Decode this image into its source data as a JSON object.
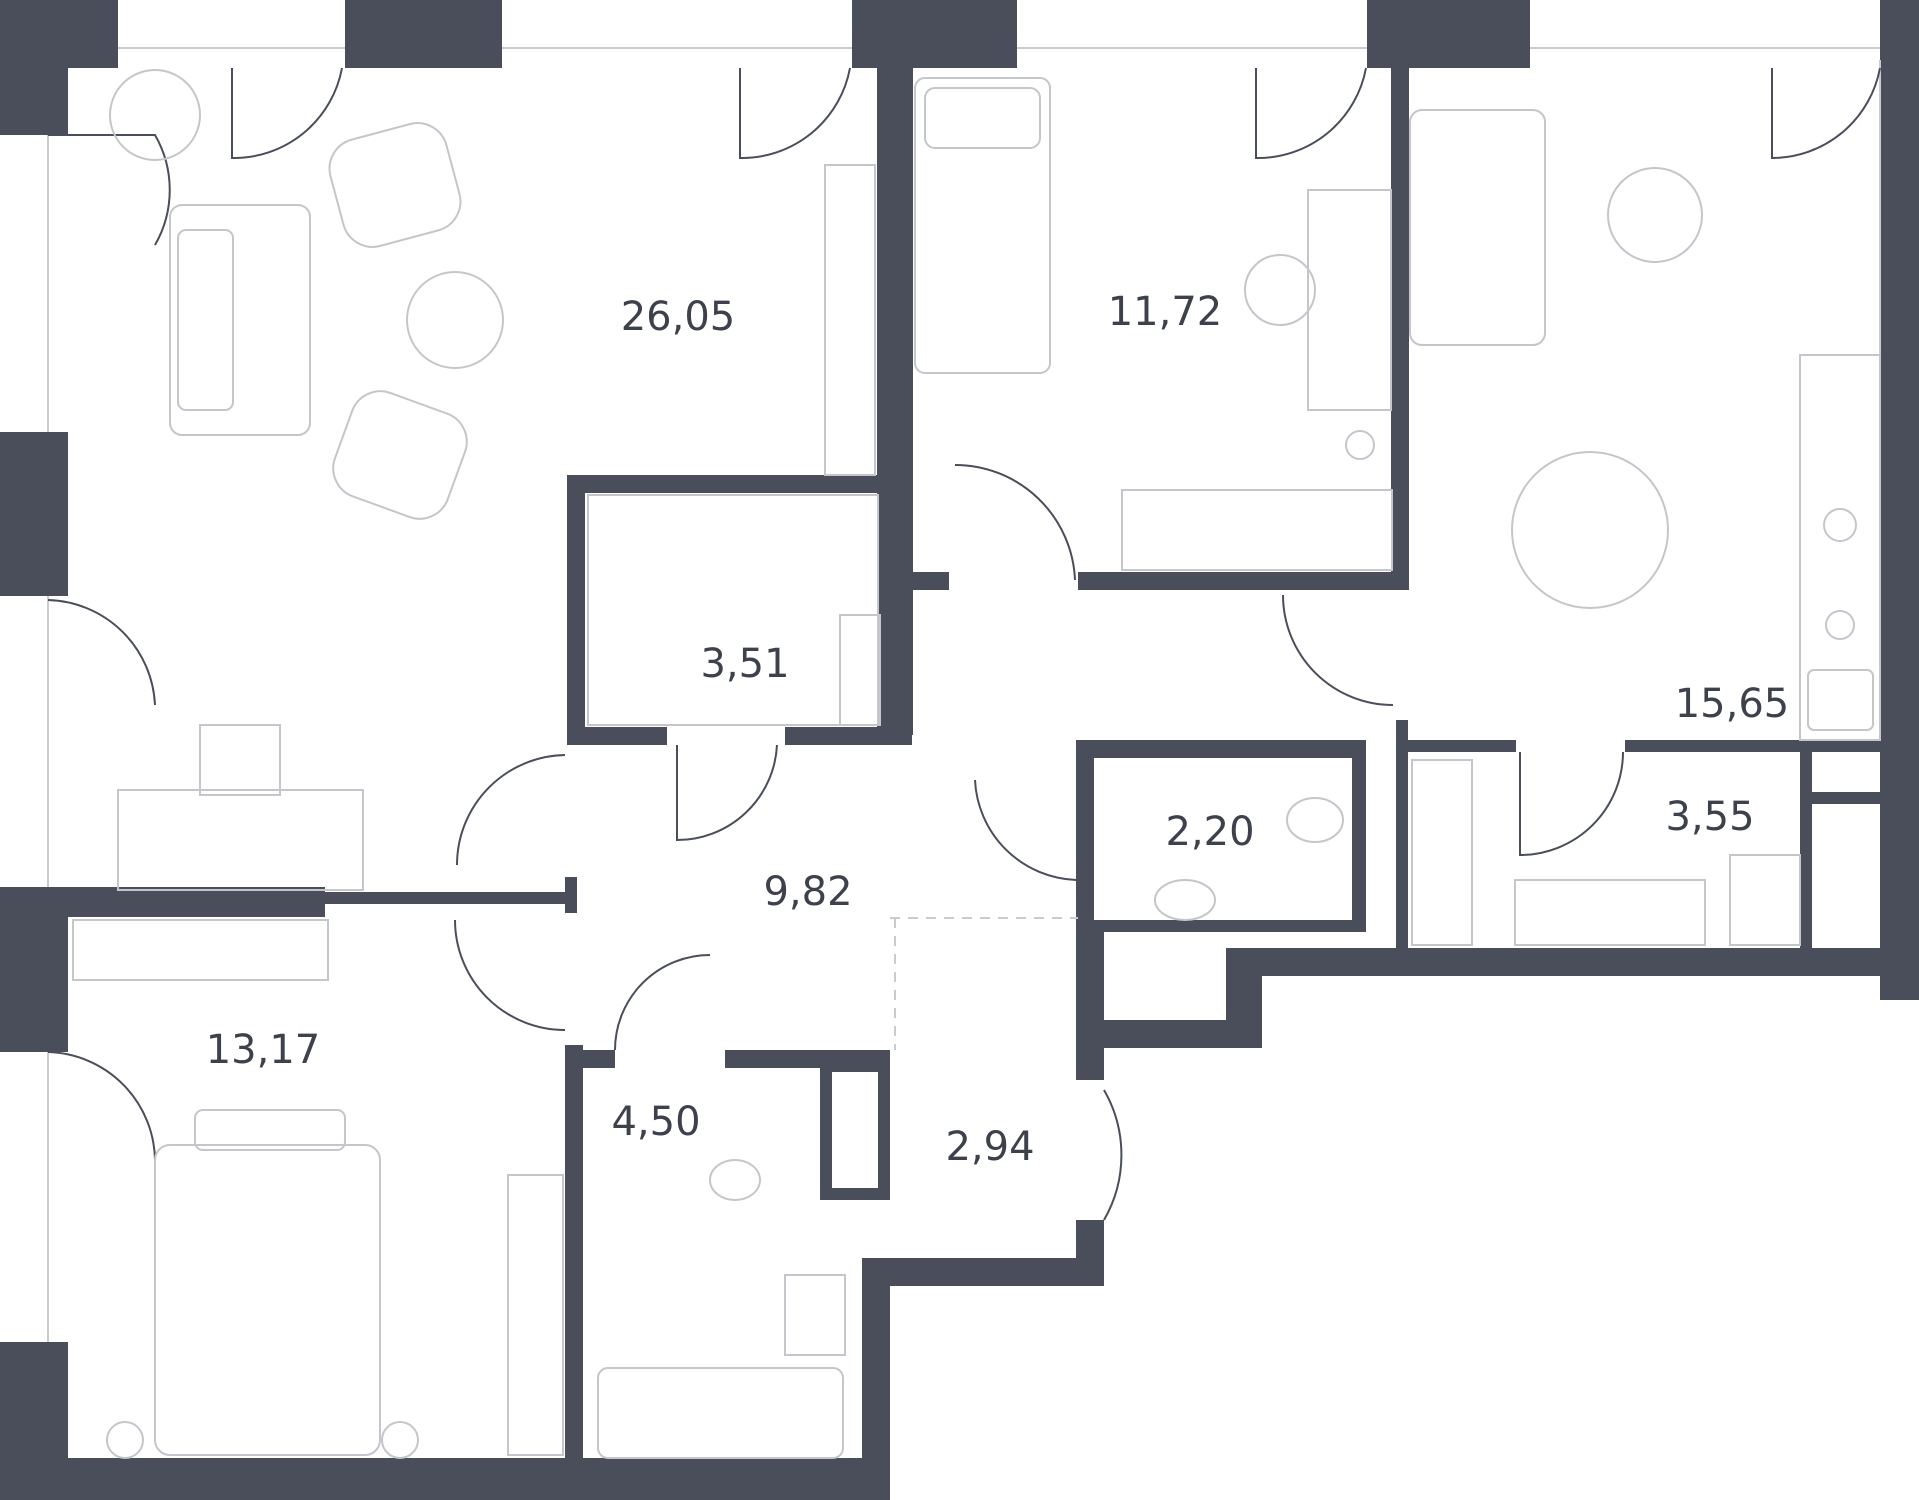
{
  "plan": {
    "wall_color": "#4a4e5a",
    "rooms": [
      {
        "id": "living-room",
        "area": "26,05"
      },
      {
        "id": "bedroom-small",
        "area": "11,72"
      },
      {
        "id": "kitchen-dining",
        "area": "15,65"
      },
      {
        "id": "walk-in-closet",
        "area": "3,51"
      },
      {
        "id": "toilet",
        "area": "2,20"
      },
      {
        "id": "laundry",
        "area": "3,55"
      },
      {
        "id": "hallway",
        "area": "9,82"
      },
      {
        "id": "bedroom-master",
        "area": "13,17"
      },
      {
        "id": "bathroom",
        "area": "4,50"
      },
      {
        "id": "entrance-hall",
        "area": "2,94"
      }
    ]
  }
}
